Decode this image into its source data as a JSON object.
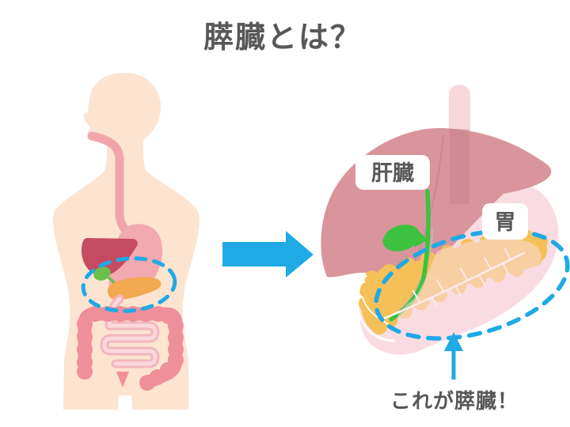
{
  "title": "膵臓とは？",
  "labels": {
    "liver": "肝臓",
    "stomach": "胃"
  },
  "callout": {
    "text": "これが膵臓！"
  },
  "colors": {
    "accent_blue": "#1FA9E5",
    "text_dark": "#595757",
    "skin": "#FCE4D1",
    "esophagus_left": "#F1A5AB",
    "stomach_left": "#F2A9AF",
    "liver_left": "#C54B60",
    "gallbladder_left": "#6CBE4B",
    "pancreas_left": "#F2A950",
    "colon": "#EF8F9A",
    "intestine_outer": "#F3B6BC",
    "intestine_inner": "#FAD9DC",
    "esophagus_right": "#F8D8DD",
    "liver_right": "#D9949C",
    "stomach_right": "#F9DCE1",
    "stomach_front": "#F9DAE1",
    "pancreas_right": "#F6C058",
    "gallbladder_right": "#3CC23F",
    "duct_white": "#FFFFFF",
    "bile_duct_beige": "#C8B4A2",
    "label_bg": "#FFFFFF"
  }
}
